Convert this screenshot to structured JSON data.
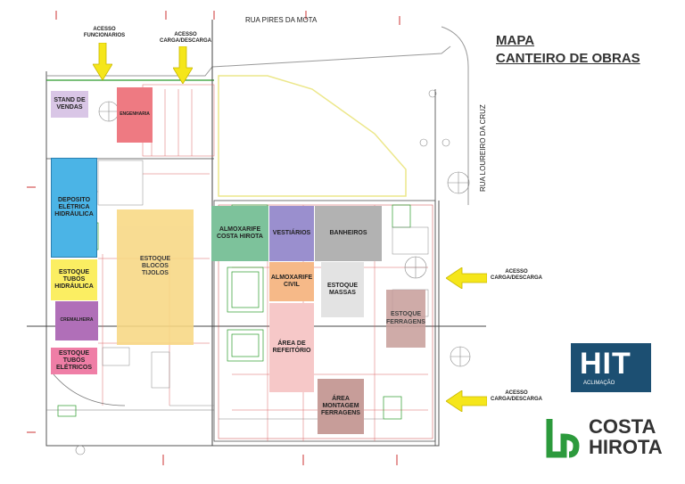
{
  "title": {
    "line1": "MAPA",
    "line2": "CANTEIRO DE OBRAS"
  },
  "streets": {
    "top": "RUA PIRES DA MOTA",
    "right": "RUA LOUREIRO DA CRUZ"
  },
  "access": {
    "funcionarios": "ACESSO\nFUNCIONARIOS",
    "carga_top": "ACESSO\nCARGA/DESCARGA",
    "carga_right1": "ACESSO\nCARGA/DESCARGA",
    "carga_right2": "ACESSO\nCARGA/DESCARGA"
  },
  "zones": {
    "stand": "STAND DE\nVENDAS",
    "engenharia": "ENGENHARIA",
    "deposito": "DEPOSITO\nELÉTRICA\nHIDRÁULICA",
    "estoque_tubos_h": "ESTOQUE\nTUBOS\nHIDRÁULICA",
    "cremalheira": "CREMALHEIRA",
    "estoque_tubos_e": "ESTOQUE\nTUBOS\nELÉTRICOS",
    "estoque_blocos": "ESTOQUE\nBLOCOS\nTIJOLOS",
    "almox_ch": "ALMOXARIFE\nCOSTA HIROTA",
    "vestiarios": "VESTIÁRIOS",
    "banheiros": "BANHEIROS",
    "almox_civil": "ALMOXARIFE\nCIVIL",
    "estoque_massas": "ESTOQUE\nMASSAS",
    "refeitorio": "ÁREA DE\nREFEITÓRIO",
    "montagem": "ÁREA\nMONTAGEM\nFERRAGENS",
    "estoque_ferragens": "ESTOQUE\nFERRAGENS"
  },
  "logos": {
    "hit": "HIT",
    "hit_sub": "ACLIMAÇÃO",
    "brand_line1": "COSTA",
    "brand_line2": "HIROTA"
  },
  "colors": {
    "arrow": "#f5e61a",
    "stand": "#d9c6e6",
    "engenharia": "#ee7a82",
    "deposito": "#4bb4e6",
    "estoque_tubos_h": "#fbee62",
    "cremalheira": "#b06fb8",
    "estoque_tubos_e": "#ef7ea6",
    "estoque_blocos": "#f8d883",
    "almox_ch": "#7dc29b",
    "vestiarios": "#9a8fce",
    "banheiros": "#b2b2b2",
    "almox_civil": "#f6b988",
    "estoque_massas": "#e3e3e3",
    "refeitorio": "#f6c8c8",
    "montagem": "#c79d99",
    "estoque_ferragens": "#c79d99",
    "hit_bg": "#1c4f72",
    "brand_green": "#2c9a3c"
  }
}
